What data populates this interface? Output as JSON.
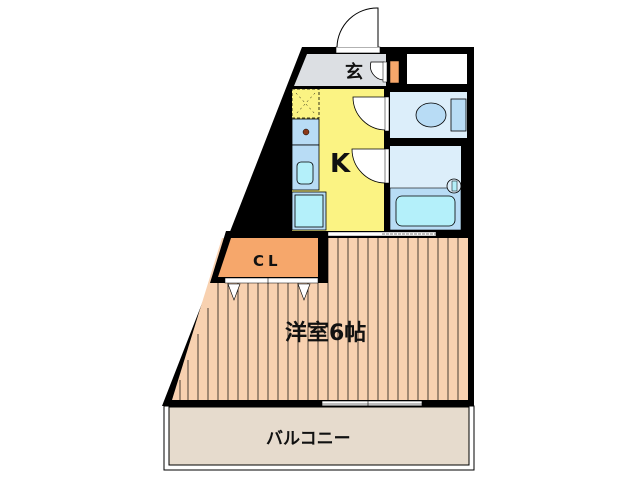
{
  "floorplan": {
    "rooms": {
      "entrance": {
        "label": "玄",
        "color": "#dcdfe3"
      },
      "kitchen": {
        "label": "K",
        "color": "#fbf383"
      },
      "closet": {
        "label": "CL",
        "color": "#f6a76b"
      },
      "western_room": {
        "label": "洋室6帖",
        "color": "#f8d1b0"
      },
      "balcony": {
        "label": "バルコニー",
        "color": "#e6dbcd"
      },
      "toilet": {
        "color": "#dceefa"
      },
      "bathroom": {
        "color": "#dceefa"
      }
    },
    "colors": {
      "wall": "#000000",
      "fixture_blue": "#b8dcf5",
      "fixture_cyan": "#b4f0fa",
      "shoe_cabinet": "#f6a76b"
    }
  }
}
